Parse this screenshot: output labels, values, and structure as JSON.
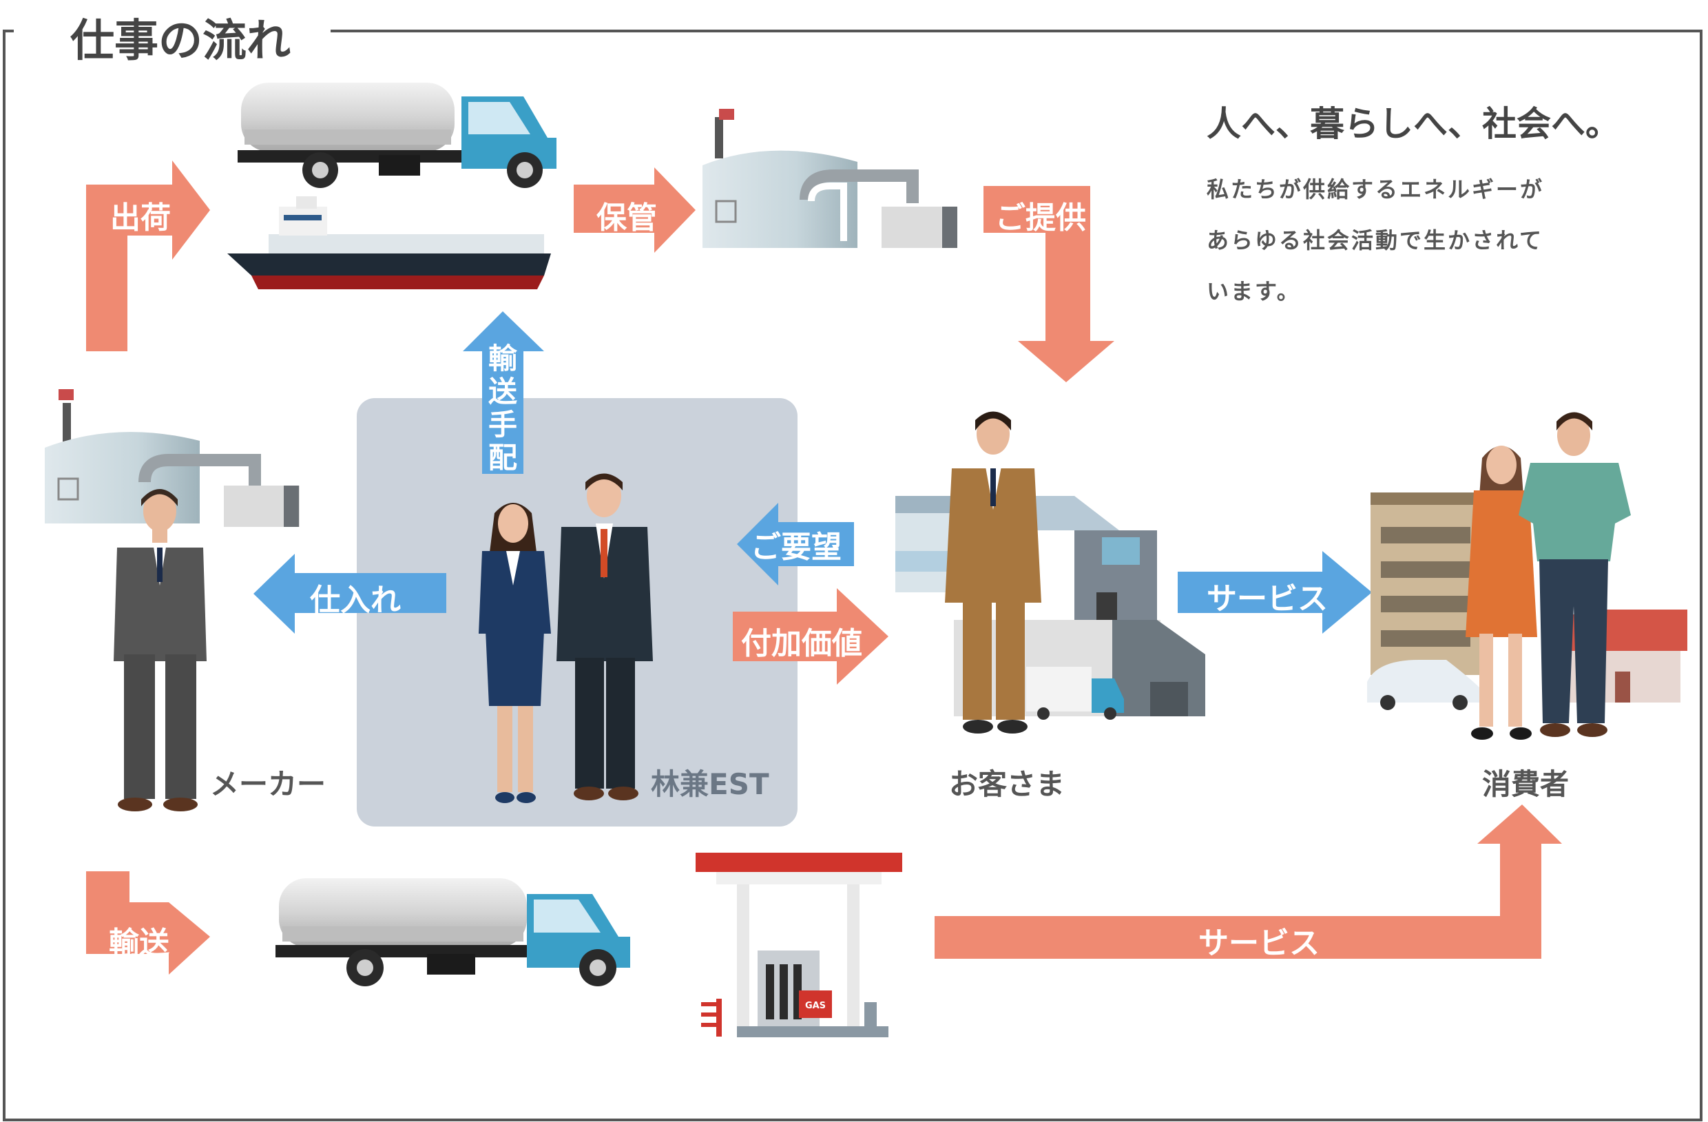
{
  "section_title": "仕事の流れ",
  "headline": "人へ、暮らしへ、社会へ。",
  "description": [
    "私たちが供給するエネルギーが",
    "あらゆる社会活動で生かされて",
    "います。"
  ],
  "actors": {
    "maker": "メーカー",
    "company": "林兼EST",
    "customer": "お客さま",
    "consumer": "消費者"
  },
  "arrows": {
    "shipping": "出荷",
    "storage": "保管",
    "supply": "ご提供",
    "transport_arrange": [
      "輸",
      "送",
      "手",
      "配"
    ],
    "request": "ご要望",
    "purchase": "仕入れ",
    "value_added": "付加価値",
    "service_top": "サービス",
    "transport": "輸送",
    "service_bottom": "サービス"
  },
  "illustration_text": {
    "gas_sign": "GAS"
  },
  "colors": {
    "salmon": "#ef8a72",
    "blue": "#5aa5e0",
    "panel": "#cbd2db",
    "frame": "#555555"
  }
}
